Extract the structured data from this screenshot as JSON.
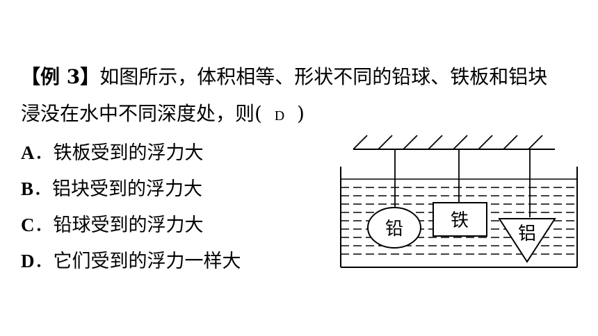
{
  "question": {
    "tag": "【例 3】",
    "line1": "如图所示，体积相等、形状不同的铅球、铁板和铝块",
    "line2_before": "浸没在水中不同深度处，则(",
    "answer": "D",
    "line2_after": ")"
  },
  "options": [
    {
      "letter": "A",
      "sep": "．",
      "text": "铁板受到的浮力大"
    },
    {
      "letter": "B",
      "sep": "．",
      "text": "铝块受到的浮力大"
    },
    {
      "letter": "C",
      "sep": "．",
      "text": "铅球受到的浮力大"
    },
    {
      "letter": "D",
      "sep": "．",
      "text": "它们受到的浮力一样大"
    }
  ],
  "figure": {
    "lead_label": "铅",
    "iron_label": "铁",
    "aluminum_label": "铝"
  }
}
